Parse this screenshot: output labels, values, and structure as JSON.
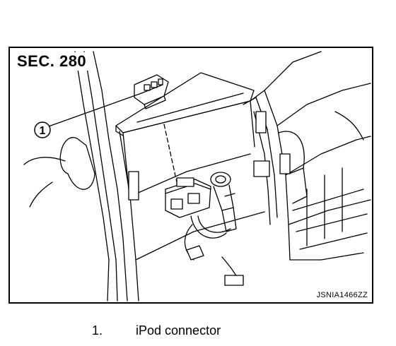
{
  "figure": {
    "section_label": "SEC. 280",
    "image_code": "JSNIA1466ZZ",
    "callout_number": "1"
  },
  "legend": [
    {
      "number": "1.",
      "text": "iPod connector"
    }
  ]
}
